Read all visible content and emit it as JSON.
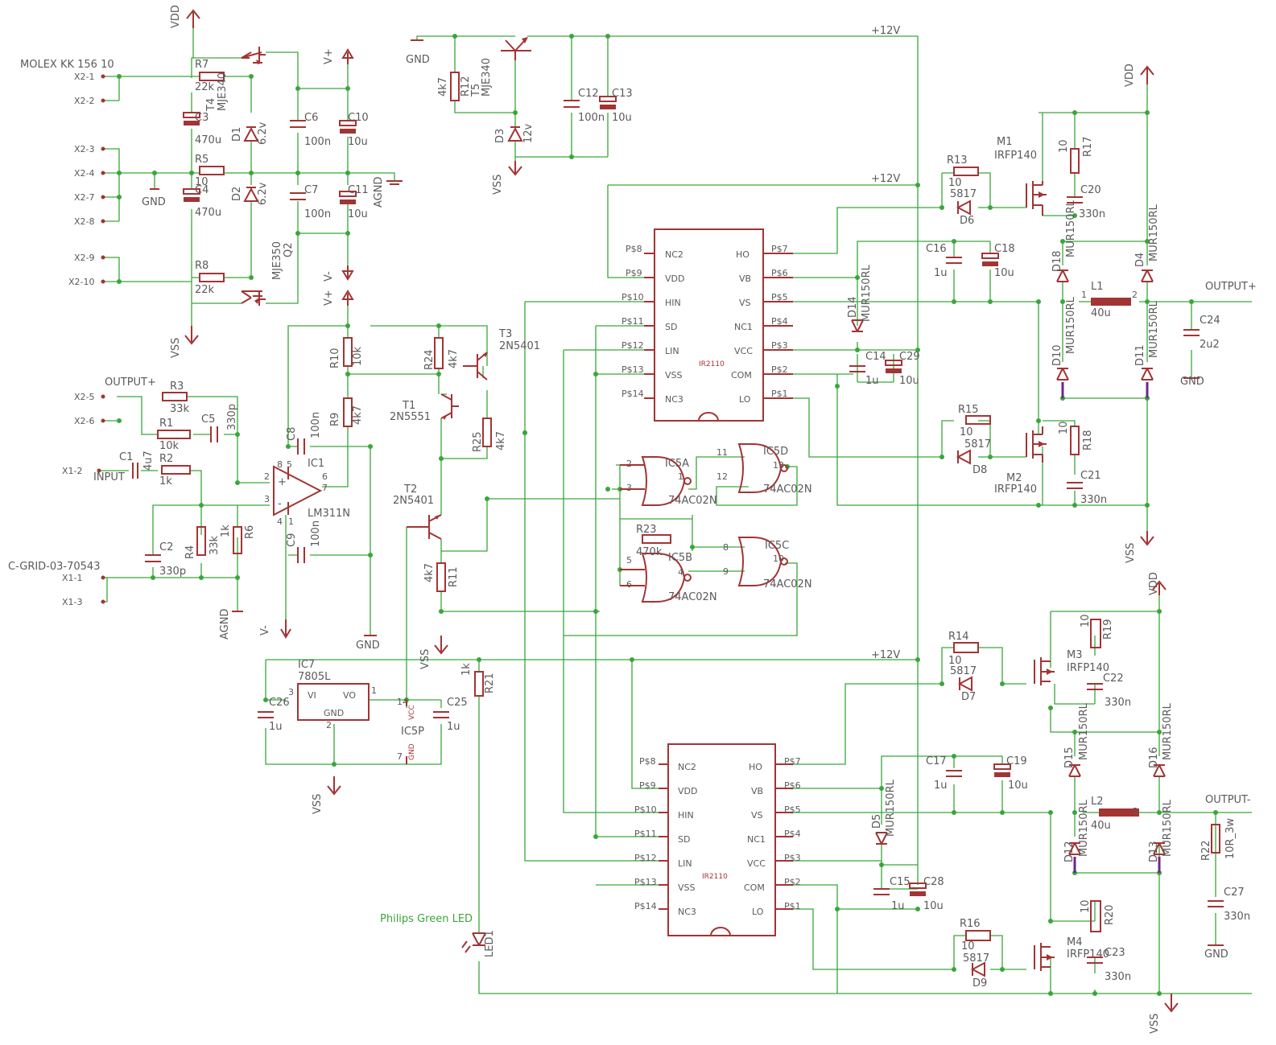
{
  "colors": {
    "wire": "#3aa63a",
    "part": "#a33434",
    "text": "#5a5a5a",
    "background": "#ffffff"
  },
  "supplies": {
    "vdd": "VDD",
    "vss": "VSS",
    "vplus": "V+",
    "vminus": "V-",
    "gnd": "GND",
    "agnd": "AGND",
    "p12": "+12V"
  },
  "connectors": {
    "molex_label": "MOLEX KK 156 10",
    "x2": [
      "X2-1",
      "X2-2",
      "X2-3",
      "X2-4",
      "X2-7",
      "X2-8",
      "X2-9",
      "X2-10",
      "X2-5",
      "X2-6"
    ],
    "cgrid_label": "C-GRID-03-70543",
    "x1": [
      "X1-2",
      "X1-1",
      "X1-3"
    ],
    "input": "INPUT",
    "output_plus": "OUTPUT+",
    "output_minus": "OUTPUT-"
  },
  "parts": {
    "R7": {
      "name": "R7",
      "value": "22k"
    },
    "R5": {
      "name": "R5",
      "value": "10"
    },
    "R8": {
      "name": "R8",
      "value": "22k"
    },
    "C3": {
      "name": "C3",
      "value": "470u"
    },
    "C4": {
      "name": "C4",
      "value": "470u"
    },
    "D1": {
      "name": "D1",
      "value": "6.2v"
    },
    "D2": {
      "name": "D2",
      "value": "6.2v"
    },
    "T4": {
      "name": "T4",
      "value": "MJE340"
    },
    "Q2": {
      "name": "Q2",
      "value": "MJE350"
    },
    "C6": {
      "name": "C6",
      "value": "100n"
    },
    "C7": {
      "name": "C7",
      "value": "100n"
    },
    "C10": {
      "name": "C10",
      "value": "10u"
    },
    "C11": {
      "name": "C11",
      "value": "10u"
    },
    "R12": {
      "name": "R12",
      "value": "4k7"
    },
    "T5": {
      "name": "T5",
      "value": "MJE340"
    },
    "D3": {
      "name": "D3",
      "value": "12v"
    },
    "C12": {
      "name": "C12",
      "value": "100n"
    },
    "C13": {
      "name": "C13",
      "value": "10u"
    },
    "R3": {
      "name": "R3",
      "value": "33k"
    },
    "R1": {
      "name": "R1",
      "value": "10k"
    },
    "C5": {
      "name": "C5",
      "value": "330p"
    },
    "C1": {
      "name": "C1",
      "value": "4u7"
    },
    "R2": {
      "name": "R2",
      "value": "1k"
    },
    "C2": {
      "name": "C2",
      "value": "330p"
    },
    "R4": {
      "name": "R4",
      "value": "33k"
    },
    "R6": {
      "name": "R6",
      "value": "1k"
    },
    "IC1": {
      "name": "IC1",
      "value": "LM311N"
    },
    "C8": {
      "name": "C8",
      "value": "100n"
    },
    "C9": {
      "name": "C9",
      "value": "100n"
    },
    "R10": {
      "name": "R10",
      "value": "10k"
    },
    "R9": {
      "name": "R9",
      "value": "4k7"
    },
    "R24": {
      "name": "R24",
      "value": "4k7"
    },
    "T3": {
      "name": "T3",
      "value": "2N5401"
    },
    "T1": {
      "name": "T1",
      "value": "2N5551"
    },
    "R25": {
      "name": "R25",
      "value": "4k7"
    },
    "T2": {
      "name": "T2",
      "value": "2N5401"
    },
    "R11": {
      "name": "R11",
      "value": "4k7"
    },
    "IC7": {
      "name": "IC7",
      "value": "7805L"
    },
    "C26": {
      "name": "C26",
      "value": "1u"
    },
    "C25": {
      "name": "C25",
      "value": "1u"
    },
    "IC5P": {
      "name": "IC5P"
    },
    "R21": {
      "name": "R21",
      "value": "1k"
    },
    "LED1": {
      "name": "LED1",
      "value": "Philips Green LED"
    },
    "IC5A": {
      "name": "IC5A",
      "value": "74AC02N"
    },
    "IC5B": {
      "name": "IC5B",
      "value": "74AC02N"
    },
    "IC5C": {
      "name": "IC5C",
      "value": "74AC02N"
    },
    "IC5D": {
      "name": "IC5D",
      "value": "74AC02N"
    },
    "R23": {
      "name": "R23",
      "value": "470k"
    },
    "R13": {
      "name": "R13",
      "value": "10"
    },
    "D6": {
      "name": "D6",
      "value": "5817"
    },
    "R15": {
      "name": "R15",
      "value": "10"
    },
    "D8": {
      "name": "D8",
      "value": "5817"
    },
    "M1": {
      "name": "M1",
      "value": "IRFP140"
    },
    "M2": {
      "name": "M2",
      "value": "IRFP140"
    },
    "R17": {
      "name": "R17",
      "value": "10"
    },
    "C20": {
      "name": "C20",
      "value": "330n"
    },
    "R18": {
      "name": "R18",
      "value": "10"
    },
    "C21": {
      "name": "C21",
      "value": "330n"
    },
    "C16": {
      "name": "C16",
      "value": "1u"
    },
    "C18": {
      "name": "C18",
      "value": "10u"
    },
    "D14": {
      "name": "D14",
      "value": "MUR150RL"
    },
    "C14": {
      "name": "C14",
      "value": "1u"
    },
    "C29": {
      "name": "C29",
      "value": "10u"
    },
    "D18": {
      "name": "D18",
      "value": "MUR150RL"
    },
    "D4": {
      "name": "D4",
      "value": "MUR150RL"
    },
    "D10": {
      "name": "D10",
      "value": "MUR150RL"
    },
    "D11": {
      "name": "D11",
      "value": "MUR150RL"
    },
    "L1": {
      "name": "L1",
      "value": "40u"
    },
    "C24": {
      "name": "C24",
      "value": "2u2"
    },
    "R14": {
      "name": "R14",
      "value": "10"
    },
    "D7": {
      "name": "D7",
      "value": "5817"
    },
    "R16": {
      "name": "R16",
      "value": "10"
    },
    "D9": {
      "name": "D9",
      "value": "5817"
    },
    "M3": {
      "name": "M3",
      "value": "IRFP140"
    },
    "M4": {
      "name": "M4",
      "value": "IRFP140"
    },
    "R19": {
      "name": "R19",
      "value": "10"
    },
    "C22": {
      "name": "C22",
      "value": "330n"
    },
    "R20": {
      "name": "R20",
      "value": "10"
    },
    "C23": {
      "name": "C23",
      "value": "330n"
    },
    "C17": {
      "name": "C17",
      "value": "1u"
    },
    "C19": {
      "name": "C19",
      "value": "10u"
    },
    "D5": {
      "name": "D5",
      "value": "MUR150RL"
    },
    "C15": {
      "name": "C15",
      "value": "1u"
    },
    "C28": {
      "name": "C28",
      "value": "10u"
    },
    "D15": {
      "name": "D15",
      "value": "MUR150RL"
    },
    "D16": {
      "name": "D16",
      "value": "MUR150RL"
    },
    "D12": {
      "name": "D12",
      "value": "MUR150RL"
    },
    "D13": {
      "name": "D13",
      "value": "MUR150RL"
    },
    "L2": {
      "name": "L2",
      "value": "40u"
    },
    "R22": {
      "name": "R22",
      "value": "10R_3w"
    },
    "C27": {
      "name": "C27",
      "value": "330n"
    }
  },
  "ir2110": {
    "name": "IR2110",
    "left_pins": [
      {
        "pad": "P$8",
        "label": "NC2"
      },
      {
        "pad": "P$9",
        "label": "VDD"
      },
      {
        "pad": "P$10",
        "label": "HIN"
      },
      {
        "pad": "P$11",
        "label": "SD"
      },
      {
        "pad": "P$12",
        "label": "LIN"
      },
      {
        "pad": "P$13",
        "label": "VSS"
      },
      {
        "pad": "P$14",
        "label": "NC3"
      }
    ],
    "right_pins": [
      {
        "pad": "P$7",
        "label": "HO"
      },
      {
        "pad": "P$6",
        "label": "VB"
      },
      {
        "pad": "P$5",
        "label": "VS"
      },
      {
        "pad": "P$4",
        "label": "NC1"
      },
      {
        "pad": "P$3",
        "label": "VCC"
      },
      {
        "pad": "P$2",
        "label": "COM"
      },
      {
        "pad": "P$1",
        "label": "LO"
      }
    ]
  },
  "pins": {
    "comp": {
      "p2": "2",
      "p3": "3",
      "p4": "4",
      "p8": "8",
      "p5": "5",
      "p6": "6",
      "p7": "7",
      "p1": "1",
      "plus": "+",
      "minus": "-"
    },
    "reg": {
      "p1": "1",
      "p2": "2",
      "p3": "3",
      "vi": "VI",
      "vo": "VO",
      "gnd": "GND"
    },
    "ic5p": {
      "p14": "14",
      "p7": "7",
      "vcc": "VCC",
      "gnd": "GND"
    },
    "ic5a": {
      "in1": "2",
      "in2": "3",
      "out": "1"
    },
    "ic5b": {
      "in1": "5",
      "in2": "6",
      "out": "4"
    },
    "ic5c": {
      "in1": "8",
      "in2": "9",
      "out": "10"
    },
    "ic5d": {
      "in1": "11",
      "in2": "12",
      "out": "13"
    },
    "inductor": {
      "a": "1",
      "b": "2"
    }
  }
}
